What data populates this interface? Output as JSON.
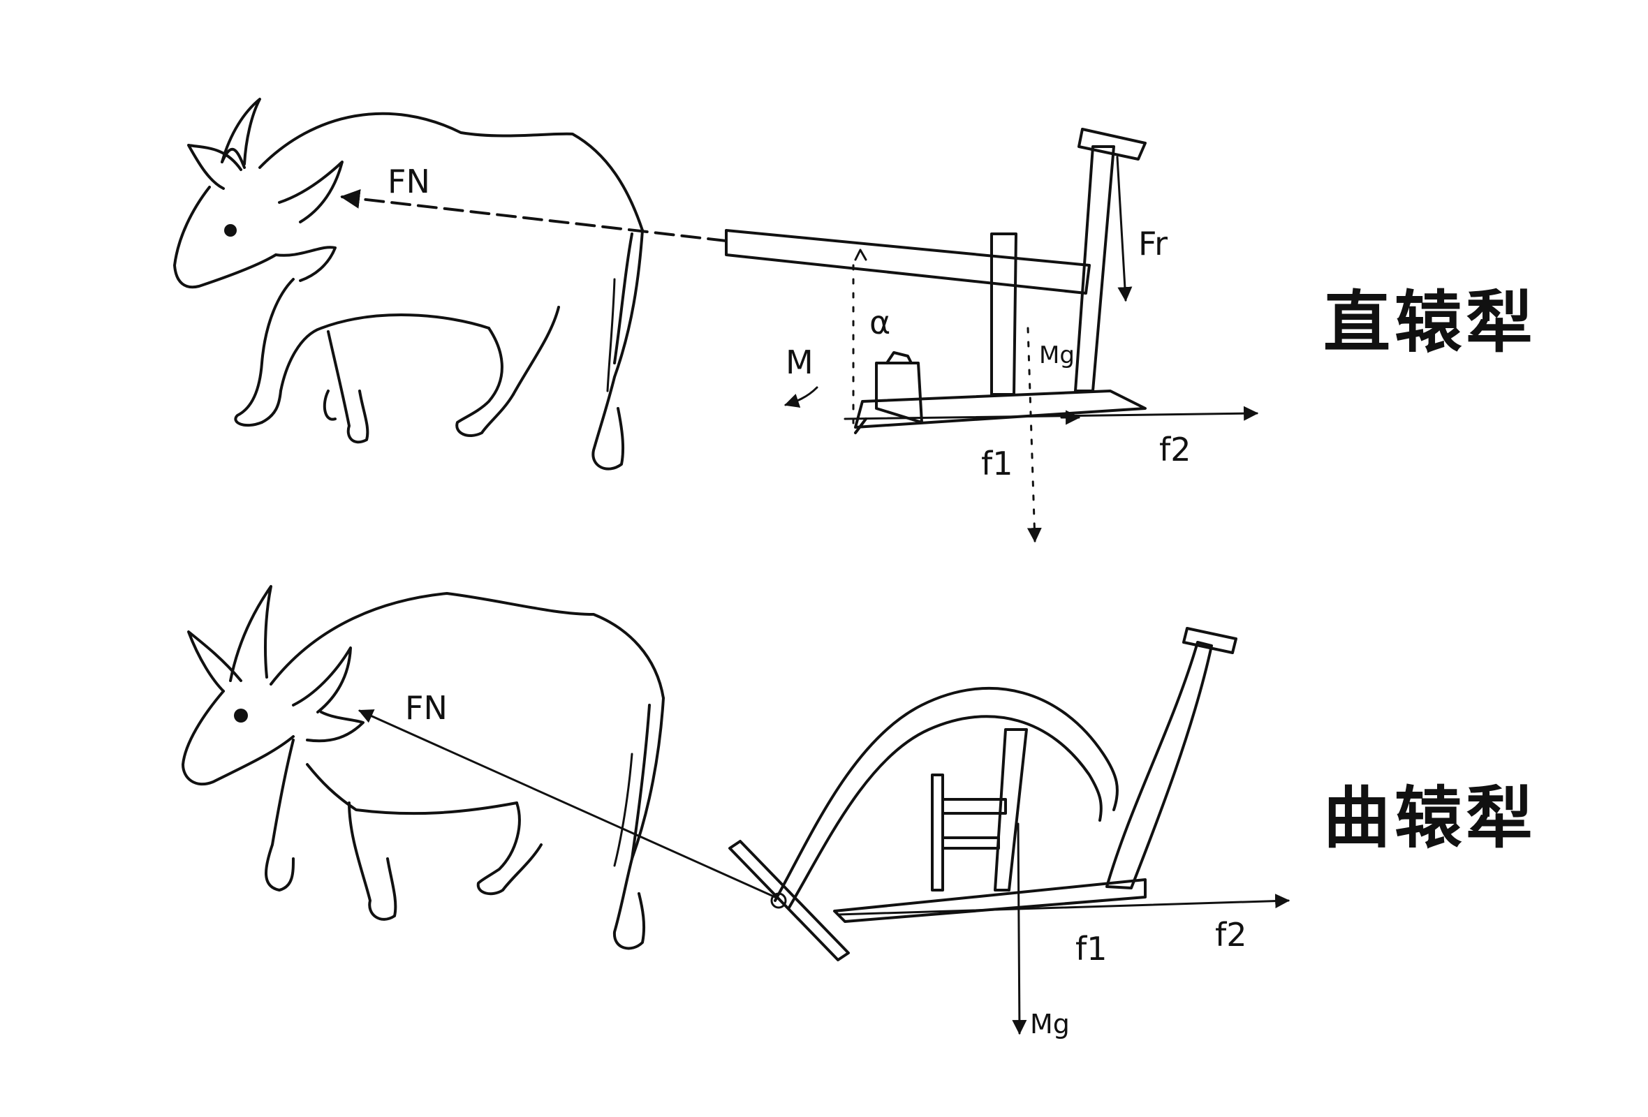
{
  "panels": [
    {
      "title": "直辕犁",
      "labels": {
        "pull_force": "FN",
        "hand_force": "Fr",
        "angle": "α",
        "moment": "M",
        "weight": "Mg",
        "friction_1": "f1",
        "friction_2": "f2"
      }
    },
    {
      "title": "曲辕犁",
      "labels": {
        "pull_force": "FN",
        "weight": "Mg",
        "friction_1": "f1",
        "friction_2": "f2"
      }
    }
  ],
  "colors": {
    "ink": "#111111",
    "paper": "#ffffff"
  }
}
